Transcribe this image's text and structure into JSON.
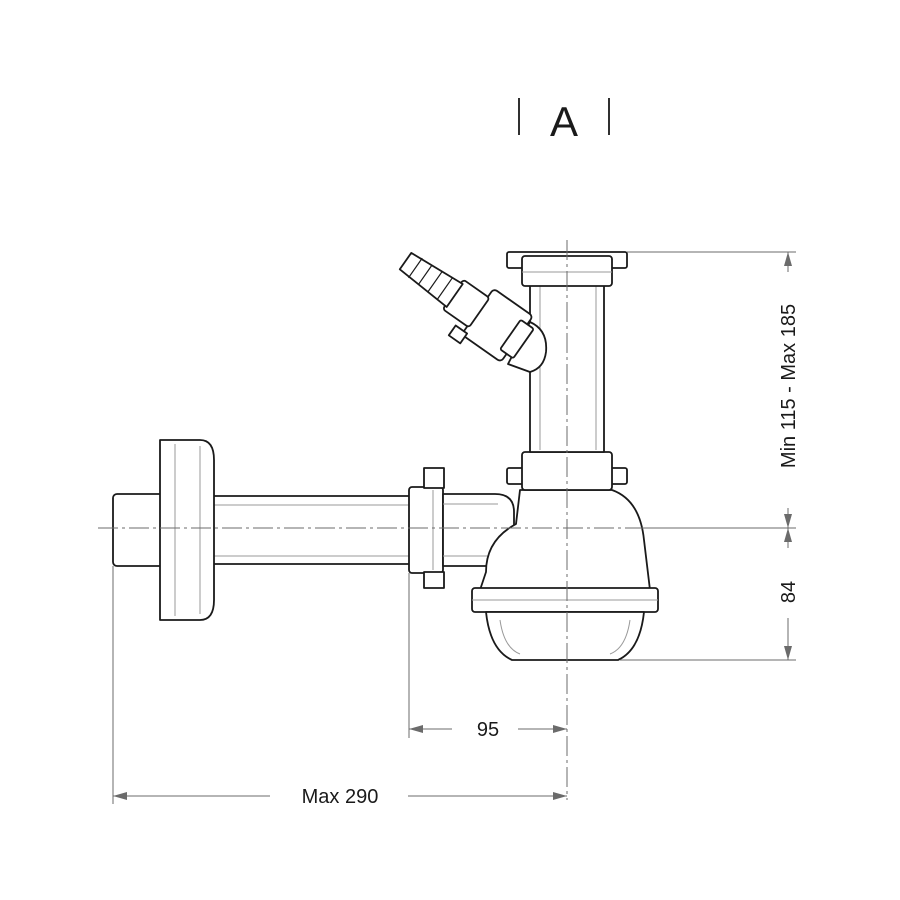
{
  "drawing": {
    "view_label": "A",
    "dimensions": {
      "height_range": "Min 115 - Max 185",
      "trap_depth": "84",
      "outlet_offset": "95",
      "max_length": "Max 290"
    }
  },
  "colors": {
    "line": "#1a1a1a",
    "dimension": "#6b6b6b",
    "background": "#ffffff"
  }
}
